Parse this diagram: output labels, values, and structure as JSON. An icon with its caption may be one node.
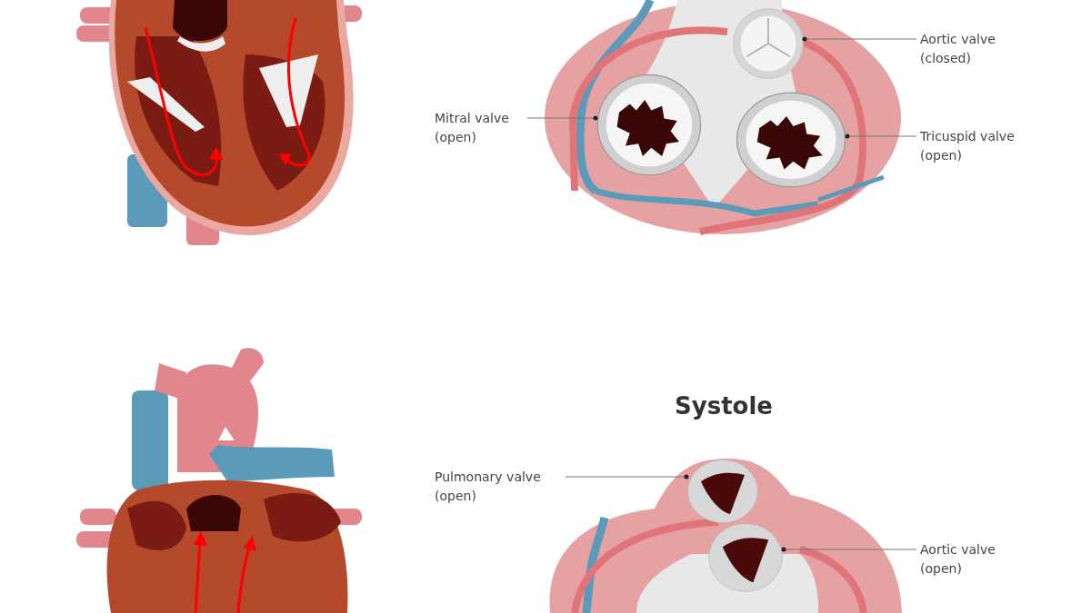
{
  "diagram": {
    "title": "Systole",
    "nodes": [
      {
        "text": [
          "Aortic valve (closed)"
        ]
      },
      {
        "text": [],
        "shape": "picture"
      },
      {
        "text": [
          "Mitral valve (open)"
        ]
      },
      {
        "text": [],
        "shape": "picture"
      },
      {
        "text": [
          "Tricuspid valve (open)"
        ]
      },
      {
        "text": [],
        "shape": "picture"
      },
      {
        "text": [
          "Pulmonary valve (open)"
        ]
      },
      {
        "text": [],
        "shape": "picture"
      },
      {
        "text": [
          "Aortic valve (open)"
        ]
      },
      {
        "text": [],
        "shape": "picture"
      }
    ],
    "edges": [
      {
        "from": 0,
        "to": 1,
        "arrow": "other"
      },
      {
        "from": 2,
        "to": 3,
        "arrow": "other"
      },
      {
        "from": 4,
        "to": 5,
        "arrow": "other"
      },
      {
        "from": 6,
        "to": 7,
        "arrow": "other"
      },
      {
        "from": 8,
        "to": 9,
        "arrow": "other"
      }
    ]
  }
}
